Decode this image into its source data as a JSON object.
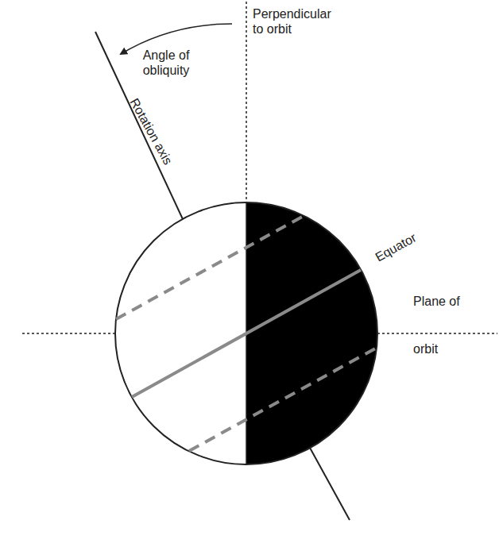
{
  "diagram": {
    "labels": [
      "Perpendicular to orbit",
      "Angle of obliquity",
      "Rotation axis",
      "Equator",
      "Plane of orbit"
    ]
  }
}
